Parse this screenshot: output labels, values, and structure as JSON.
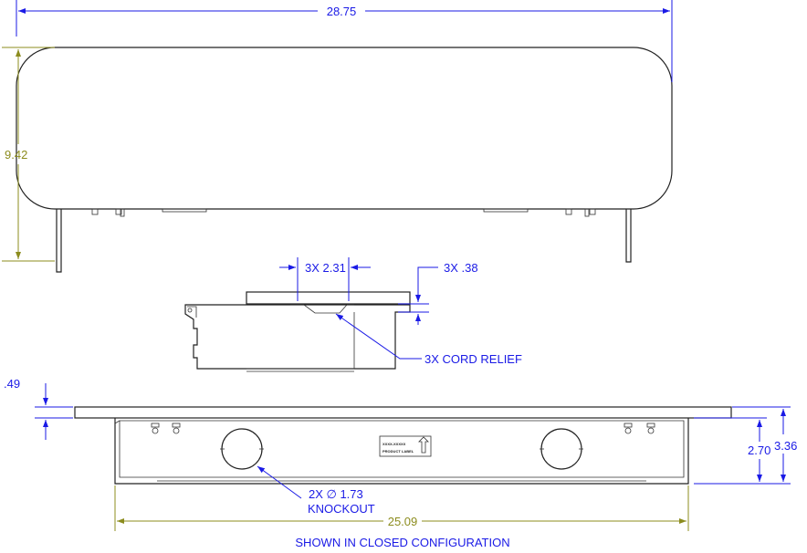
{
  "dimensions": {
    "top_width": "28.75",
    "top_height": "9.42",
    "cord_relief_spacing": "3X 2.31",
    "cord_relief_depth": "3X .38",
    "cord_relief_label": "3X CORD RELIEF",
    "flange_thickness": ".49",
    "body_depth_inner": "2.70",
    "body_depth_total": "3.36",
    "bottom_width": "25.09",
    "knockout_line1": "2X ∅ 1.73",
    "knockout_line2": "KNOCKOUT"
  },
  "product_label": {
    "line1": "XXXX-XXXXX",
    "line2": "PRODUCT LABEL"
  },
  "caption": "SHOWN IN CLOSED CONFIGURATION",
  "colors": {
    "dimension_blue": "#1a1ae6",
    "dimension_olive": "#8c8c1e",
    "part_line": "#222222"
  }
}
